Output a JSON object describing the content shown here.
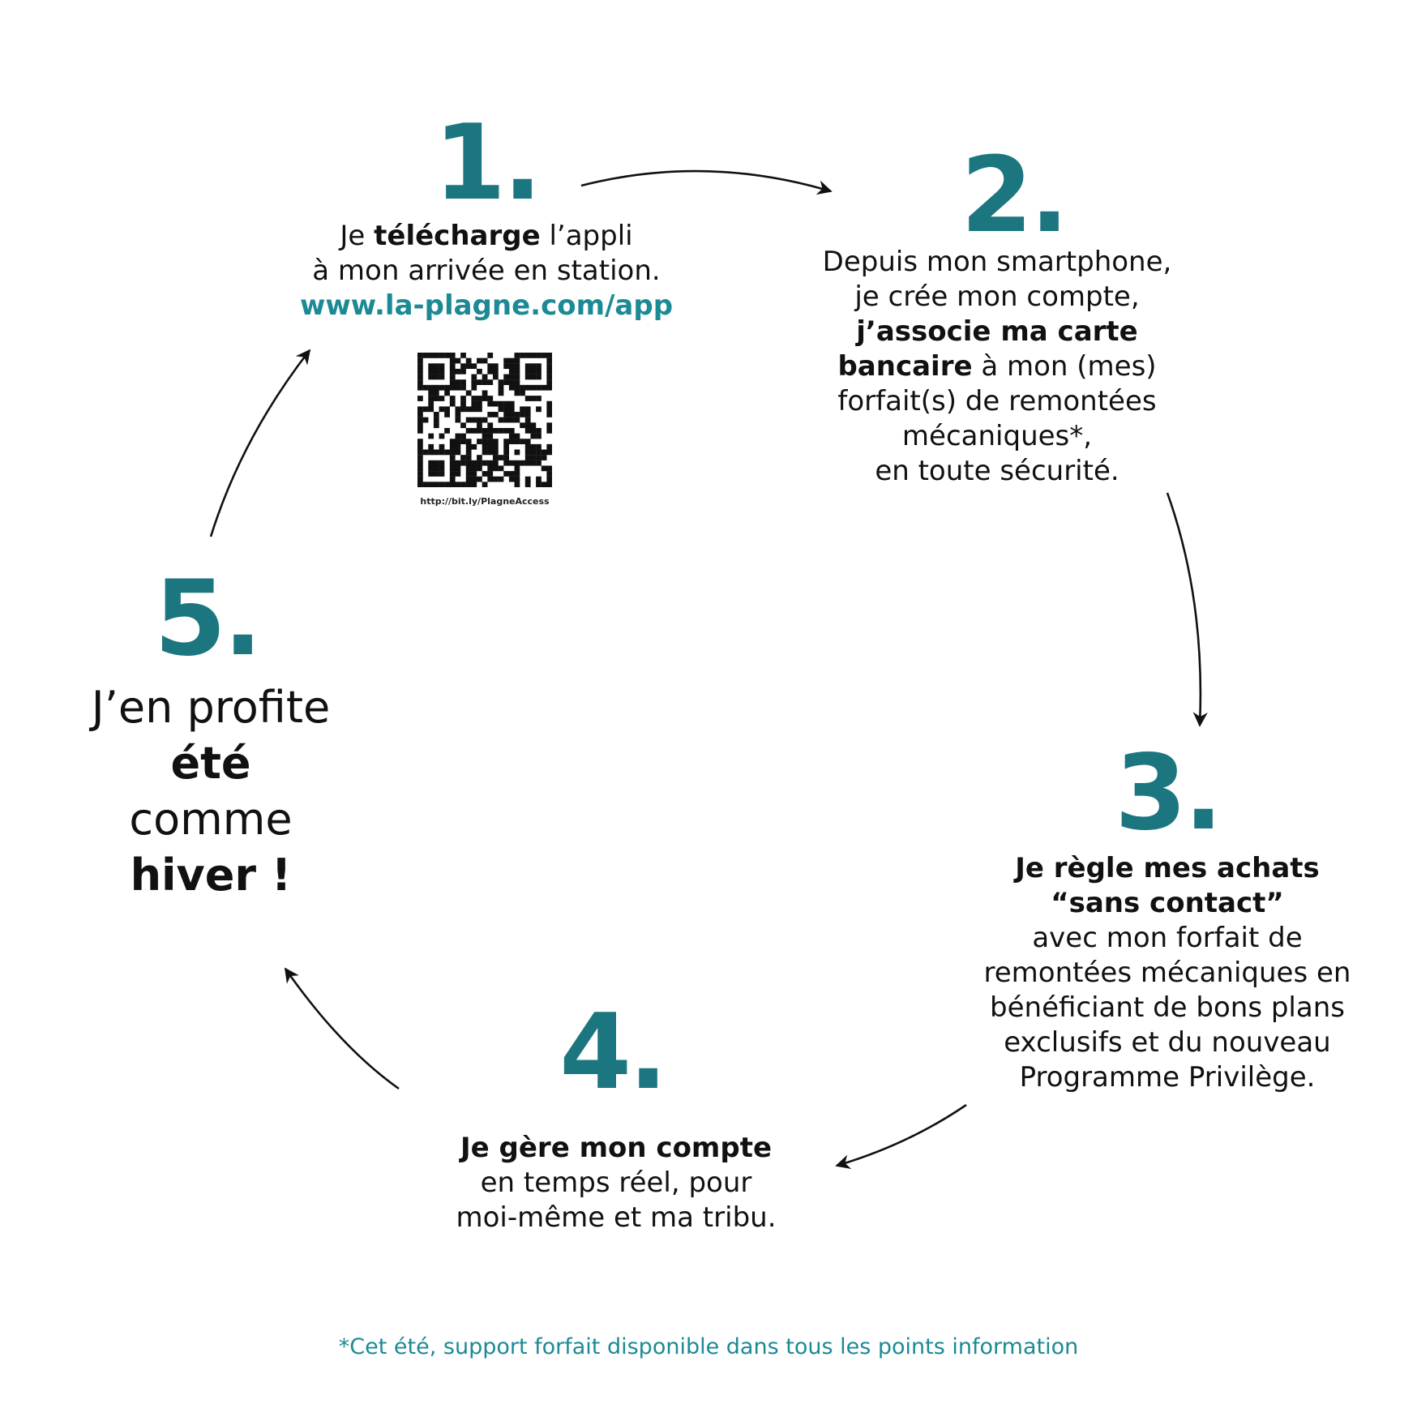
{
  "steps": [
    {
      "number": "1.",
      "lines": [
        [
          "Je ",
          "télécharge",
          " l’appli"
        ],
        [
          "à mon arrivée en station."
        ]
      ],
      "link": "www.la-plagne.com/app",
      "qr_caption": "http://bit.ly/PlagneAccess"
    },
    {
      "number": "2.",
      "line1": "Depuis mon smartphone,",
      "line2": "je crée mon compte,",
      "line3_bold": "j’associe ma carte",
      "line4_bold": "bancaire",
      "line4_rest": " à mon (mes)",
      "line5": "forfait(s) de remontées",
      "line6": "mécaniques*,",
      "line7": "en toute sécurité."
    },
    {
      "number": "3.",
      "line1_bold": "Je règle mes achats",
      "line2_bold": "“sans contact”",
      "line3": "avec mon forfait de",
      "line4": "remontées mécaniques en",
      "line5": "bénéficiant de bons plans",
      "line6": "exclusifs et du nouveau",
      "line7": "Programme Privilège."
    },
    {
      "number": "4.",
      "line1_bold": "Je gère mon compte",
      "line2": "en temps réel, pour",
      "line3": "moi-même et ma tribu."
    },
    {
      "number": "5.",
      "line1": "J’en profite",
      "line2_bold": "été",
      "line3": "comme",
      "line4_bold": "hiver !"
    }
  ],
  "footnote": "*Cet été, support forfait disponible dans tous les points information",
  "colors": {
    "accent": "#1c7680",
    "link": "#1c8a95",
    "text": "#111111",
    "arrow": "#111111"
  },
  "icons": {
    "qr": "qr-code-icon",
    "arrow": "curved-arrow-icon"
  }
}
